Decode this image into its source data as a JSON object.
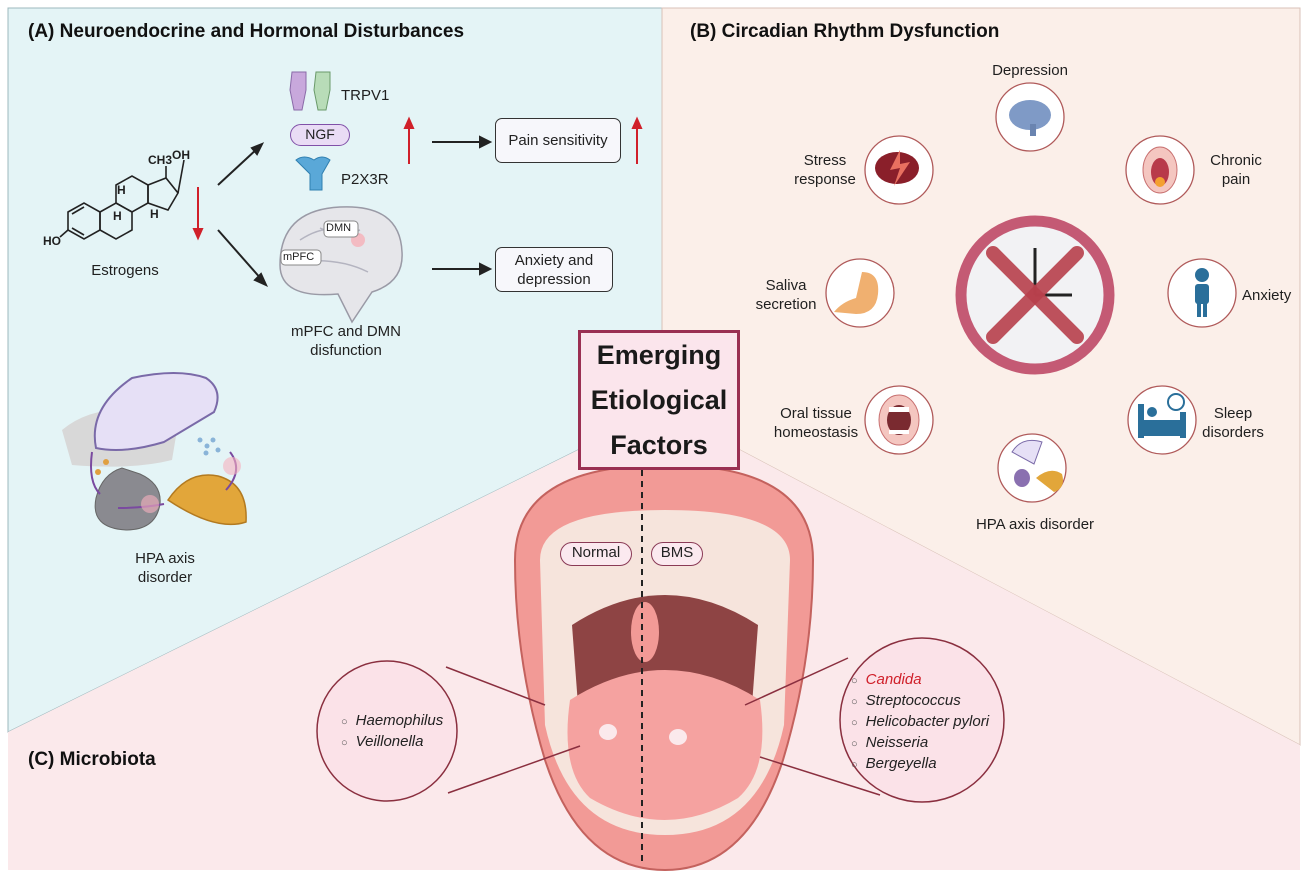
{
  "panels": {
    "a": {
      "title": "(A) Neuroendocrine and Hormonal Disturbances",
      "estrogen_structure": {
        "ch3": "CH3",
        "oh": "OH",
        "ho": "HO",
        "h": "H"
      },
      "estrogens": "Estrogens",
      "trpv1": "TRPV1",
      "ngf": "NGF",
      "p2x3r": "P2X3R",
      "dmn": "DMN",
      "mpfc": "mPFC",
      "mpfc_dmn": "mPFC and DMN disfunction",
      "pain_sensitivity": "Pain sensitivity",
      "anxiety_depression": "Anxiety and depression",
      "hpa_axis": "HPA axis disorder"
    },
    "b": {
      "title": "(B) Circadian Rhythm Dysfunction",
      "depression": "Depression",
      "stress_response": "Stress response",
      "chronic_pain": "Chronic pain",
      "saliva_secretion": "Saliva secretion",
      "anxiety": "Anxiety",
      "oral_tissue": "Oral tissue homeostasis",
      "sleep_disorders": "Sleep disorders",
      "hpa_axis_disorder": "HPA axis disorder"
    },
    "c": {
      "title": "(C) Microbiota",
      "normal": "Normal",
      "bms": "BMS",
      "normal_microbes": [
        "Haemophilus",
        "Veillonella"
      ],
      "bms_microbes": [
        "Candida",
        "Streptococcus",
        "Helicobacter pylori",
        "Neisseria",
        "Bergeyella"
      ]
    }
  },
  "center": {
    "line1": "Emerging",
    "line2": "Etiological",
    "line3": "Factors"
  },
  "colors": {
    "panel_a_bg": "#e4f4f6",
    "panel_b_bg": "#fbefe9",
    "panel_c_bg": "#fbe9eb",
    "accent": "#9a2f52",
    "highlight_red": "#d0202a"
  }
}
